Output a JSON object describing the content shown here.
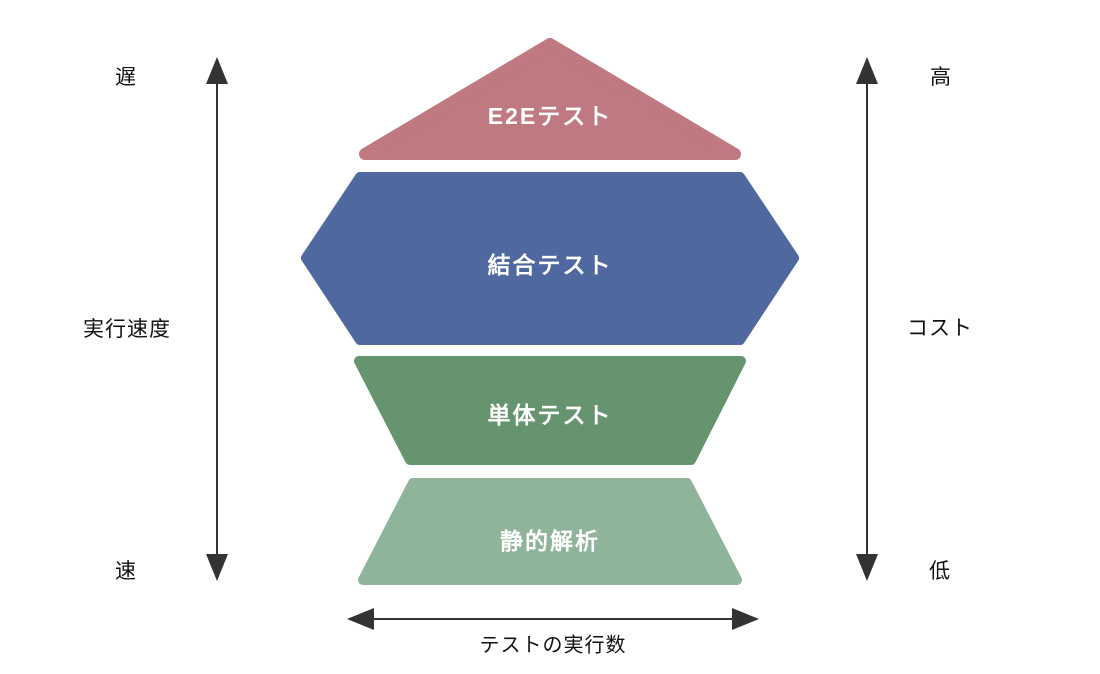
{
  "layers": [
    {
      "id": "e2e",
      "label": "E2Eテスト",
      "color": "#bf7980"
    },
    {
      "id": "integration",
      "label": "結合テスト",
      "color": "#4f68a0"
    },
    {
      "id": "unit",
      "label": "単体テスト",
      "color": "#65946f"
    },
    {
      "id": "static",
      "label": "静的解析",
      "color": "#8fb499"
    }
  ],
  "left_axis": {
    "top_label": "遅",
    "mid_label": "実行速度",
    "bottom_label": "速"
  },
  "right_axis": {
    "top_label": "高",
    "mid_label": "コスト",
    "bottom_label": "低"
  },
  "bottom_axis": {
    "label": "テストの実行数"
  },
  "colors": {
    "arrow": "#333333",
    "text": "#111111",
    "layer_text": "#ffffff"
  }
}
